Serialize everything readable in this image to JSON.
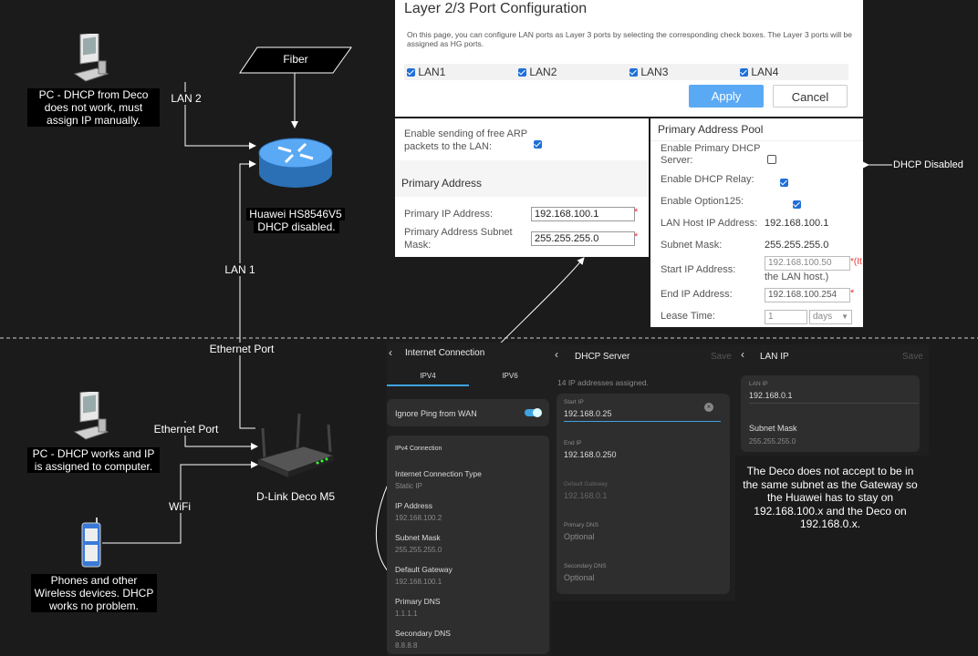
{
  "diagram": {
    "fiber": "Fiber",
    "pc_top": {
      "caption": "PC - DHCP from Deco does not work, must assign IP manually."
    },
    "huawei": {
      "caption_line1": "Huawei HS8546V5",
      "caption_line2": "DHCP disabled."
    },
    "deco": {
      "caption": "D-Link Deco M5"
    },
    "pc_bottom": {
      "caption": "PC - DHCP works and IP is assigned to computer."
    },
    "phone": {
      "caption": "Phones and other Wireless devices. DHCP works no problem."
    },
    "links": {
      "lan2": "LAN 2",
      "lan1": "LAN 1",
      "ethernet_port_trunk": "Ethernet Port",
      "ethernet_port_pc": "Ethernet Port",
      "wifi": "WiFi"
    },
    "dhcp_disabled_note": "DHCP Disabled",
    "deco_note": "The Deco does not accept to be in the same subnet as the Gateway so the Huawei has to stay on 192.168.100.x and the Deco on 192.168.0.x."
  },
  "port_config": {
    "title": "Layer 2/3 Port Configuration",
    "description": "On this page, you can configure LAN ports as Layer 3 ports by selecting the corresponding check boxes. The Layer 3 ports will be assigned as HG ports.",
    "ports": [
      {
        "label": "LAN1",
        "checked": true
      },
      {
        "label": "LAN2",
        "checked": true
      },
      {
        "label": "LAN3",
        "checked": true
      },
      {
        "label": "LAN4",
        "checked": true
      }
    ],
    "apply_label": "Apply",
    "cancel_label": "Cancel"
  },
  "lan_settings": {
    "free_arp_label": "Enable sending of free ARP packets to the LAN:",
    "primary_address_heading": "Primary Address",
    "primary_ip_label": "Primary IP Address:",
    "primary_ip_value": "192.168.100.1",
    "subnet_label": "Primary Address Subnet Mask:",
    "subnet_value": "255.255.255.0",
    "required_mark": "*"
  },
  "address_pool": {
    "heading": "Primary Address Pool",
    "enable_dhcp_server_label": "Enable Primary DHCP Server:",
    "enable_dhcp_relay_label": "Enable DHCP Relay:",
    "enable_option125_label": "Enable Option125:",
    "lan_host_ip_label": "LAN Host IP Address:",
    "lan_host_ip_value": "192.168.100.1",
    "subnet_mask_label": "Subnet Mask:",
    "subnet_mask_value": "255.255.255.0",
    "start_ip_label": "Start IP Address:",
    "start_ip_value": "192.168.100.50",
    "start_ip_hint": "*(It",
    "start_ip_hint2": "the LAN host.)",
    "end_ip_label": "End IP Address:",
    "end_ip_value": "192.168.100.254",
    "lease_time_label": "Lease Time:",
    "lease_time_value": "1",
    "lease_unit": "days"
  },
  "internet_connection": {
    "title": "Internet Connection",
    "tabs": [
      "IPV4",
      "IPV6"
    ],
    "ignore_ping_label": "Ignore Ping from WAN",
    "section_title": "IPv4 Connection",
    "fields": [
      {
        "label": "Internet Connection Type",
        "value": "Static IP"
      },
      {
        "label": "IP Address",
        "value": "192.168.100.2"
      },
      {
        "label": "Subnet Mask",
        "value": "255.255.255.0"
      },
      {
        "label": "Default Gateway",
        "value": "192.168.100.1"
      },
      {
        "label": "Primary DNS",
        "value": "1.1.1.1"
      },
      {
        "label": "Secondary DNS",
        "value": "8.8.8.8"
      }
    ]
  },
  "dhcp_server": {
    "title": "DHCP Server",
    "save_label": "Save",
    "assigned_text": "14 IP addresses assigned.",
    "start_ip_label": "Start IP",
    "start_ip_value": "192.168.0.25",
    "end_ip_label": "End IP",
    "end_ip_value": "192.168.0.250",
    "default_gateway_label": "Default Gateway",
    "default_gateway_value": "192.168.0.1",
    "primary_dns_label": "Primary DNS",
    "primary_dns_value": "Optional",
    "secondary_dns_label": "Secondary DNS",
    "secondary_dns_value": "Optional"
  },
  "lan_ip": {
    "title": "LAN IP",
    "save_label": "Save",
    "lan_ip_label": "LAN IP",
    "lan_ip_value": "192.168.0.1",
    "subnet_mask_label": "Subnet Mask",
    "subnet_mask_value": "255.255.255.0"
  },
  "colors": {
    "background": "#1b1b1b",
    "apply_button": "#5aa9f5",
    "checkbox": "#1e6fd9",
    "toggle": "#3fa3e0"
  }
}
